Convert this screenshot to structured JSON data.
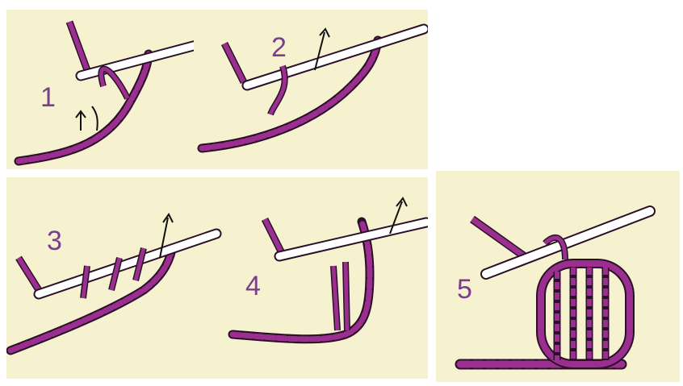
{
  "colors": {
    "background": "#f6f2cf",
    "yarn": "#9b2f8f",
    "yarn_outline": "#2a1028",
    "hook": "#ffffff",
    "label": "#7a3f8a"
  },
  "steps": [
    {
      "label": "1"
    },
    {
      "label": "2"
    },
    {
      "label": "3"
    },
    {
      "label": "4"
    },
    {
      "label": "5"
    }
  ],
  "icons": [
    "crochet-hook-icon",
    "yarn-chain-icon",
    "direction-arrow-icon"
  ]
}
